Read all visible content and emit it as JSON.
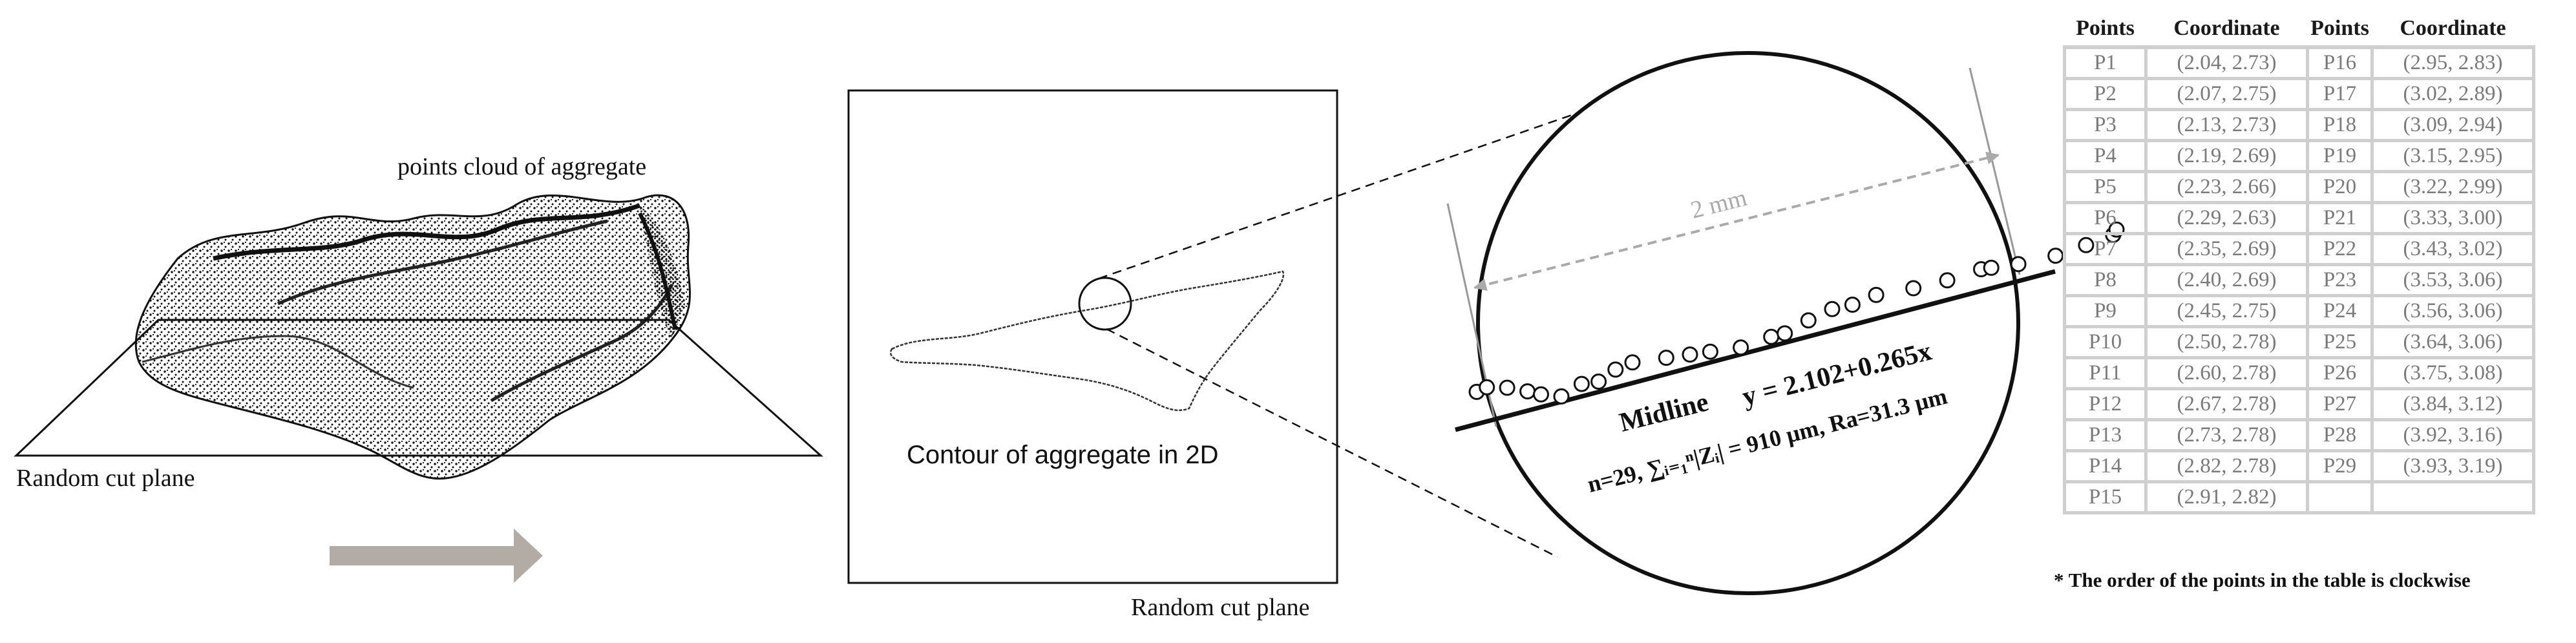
{
  "labels": {
    "points_cloud": "points cloud of aggregate",
    "random_cut_plane_left": "Random cut plane",
    "contour": "Contour of aggregate in 2D",
    "random_cut_plane_center": "Random cut plane",
    "dimension": "2 mm",
    "midline": "Midline",
    "equation": "y = 2.102+0.265x",
    "stats": "n=29, ∑ᵢ₌₁ⁿ|Zᵢ| = 910 μm, Ra=31.3 μm"
  },
  "colors": {
    "arrow": "#b3aca5",
    "dimension_line": "#aaaaaa",
    "table_border": "#cfcfcf",
    "table_text": "#7a7a7a"
  },
  "table": {
    "headers": [
      "Points",
      "Coordinate",
      "Points",
      "Coordinate"
    ],
    "rows": [
      [
        "P1",
        "(2.04, 2.73)",
        "P16",
        "(2.95, 2.83)"
      ],
      [
        "P2",
        "(2.07, 2.75)",
        "P17",
        "(3.02, 2.89)"
      ],
      [
        "P3",
        "(2.13, 2.73)",
        "P18",
        "(3.09, 2.94)"
      ],
      [
        "P4",
        "(2.19, 2.69)",
        "P19",
        "(3.15, 2.95)"
      ],
      [
        "P5",
        "(2.23, 2.66)",
        "P20",
        "(3.22, 2.99)"
      ],
      [
        "P6",
        "(2.29, 2.63)",
        "P21",
        "(3.33, 3.00)"
      ],
      [
        "P7",
        "(2.35, 2.69)",
        "P22",
        "(3.43, 3.02)"
      ],
      [
        "P8",
        "(2.40, 2.69)",
        "P23",
        "(3.53, 3.06)"
      ],
      [
        "P9",
        "(2.45, 2.75)",
        "P24",
        "(3.56, 3.06)"
      ],
      [
        "P10",
        "(2.50, 2.78)",
        "P25",
        "(3.64, 3.06)"
      ],
      [
        "P11",
        "(2.60, 2.78)",
        "P26",
        "(3.75, 3.08)"
      ],
      [
        "P12",
        "(2.67, 2.78)",
        "P27",
        "(3.84, 3.12)"
      ],
      [
        "P13",
        "(2.73, 2.78)",
        "P28",
        "(3.92, 3.16)"
      ],
      [
        "P14",
        "(2.82, 2.78)",
        "P29",
        "(3.93, 3.19)"
      ],
      [
        "P15",
        "(2.91, 2.82)",
        "",
        ""
      ]
    ],
    "footnote": "* The order of the points in the table is clockwise"
  }
}
